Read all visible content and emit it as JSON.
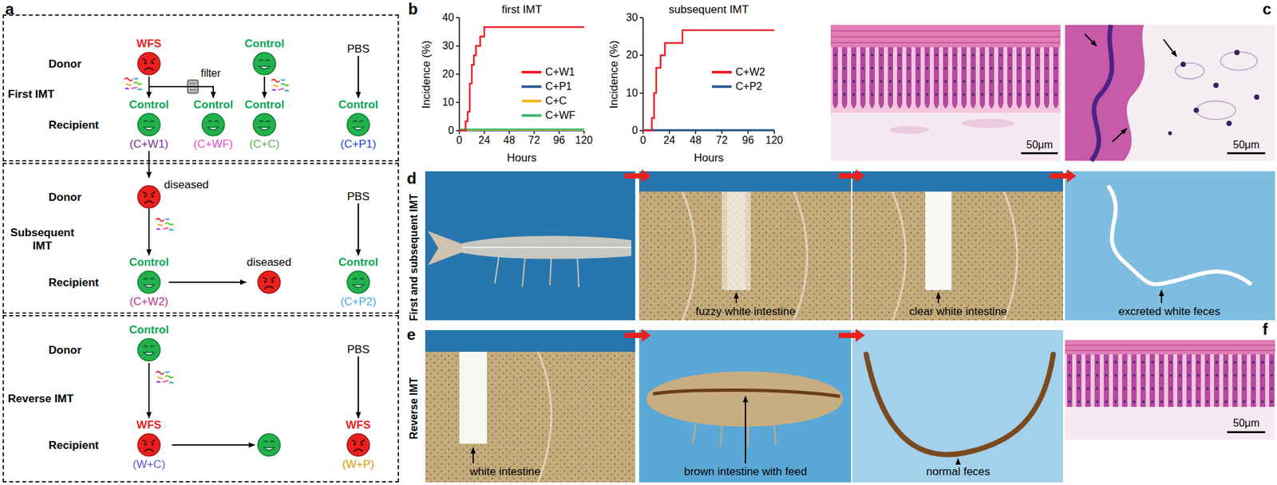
{
  "diagram": {
    "nodes": [
      {
        "text": [
          "First IMT"
        ]
      },
      {
        "text": [
          "WFS"
        ],
        "in": 0
      },
      {
        "text": [
          "Control"
        ],
        "in": 0
      },
      {
        "text": [
          "PBS"
        ],
        "in": 0
      },
      {
        "text": [
          "Control",
          "(C+W1)"
        ],
        "in": 0
      },
      {
        "text": [
          "Control",
          "(C+WF)"
        ],
        "in": 0
      },
      {
        "text": [
          "Control",
          "(C+C)"
        ],
        "in": 0
      },
      {
        "text": [
          "Control",
          "(C+P1)"
        ],
        "in": 0
      },
      {
        "text": [
          "Subsequent IMT"
        ]
      },
      {
        "text": [
          "diseased"
        ],
        "in": 8
      },
      {
        "text": [
          "PBS"
        ],
        "in": 8
      },
      {
        "text": [
          "Control",
          "(C+W2)"
        ],
        "in": 8
      },
      {
        "text": [
          "diseased"
        ],
        "in": 8
      },
      {
        "text": [
          "Control",
          "(C+P2)"
        ],
        "in": 8
      },
      {
        "text": [
          "Reverse IMT"
        ]
      },
      {
        "text": [
          "Control"
        ],
        "in": 14
      },
      {
        "text": [
          "PBS"
        ],
        "in": 14
      },
      {
        "text": [
          "WFS",
          "(W+C)"
        ],
        "in": 14
      },
      {
        "text": [
          "WFS",
          "(W+P)"
        ],
        "in": 14
      }
    ],
    "edges": [
      {
        "from": 1,
        "to": 4,
        "arrow": "to"
      },
      {
        "from": 1,
        "to": 5,
        "arrow": "to"
      },
      {
        "from": 2,
        "to": 6,
        "arrow": "to"
      },
      {
        "from": 3,
        "to": 7,
        "arrow": "to"
      },
      {
        "from": 4,
        "to": 9,
        "arrow": "to"
      },
      {
        "from": 9,
        "to": 11,
        "arrow": "to"
      },
      {
        "from": 10,
        "to": 13,
        "arrow": "to"
      },
      {
        "from": 11,
        "to": 12,
        "arrow": "to"
      },
      {
        "from": 15,
        "to": 17,
        "arrow": "to"
      },
      {
        "from": 16,
        "to": 18,
        "arrow": "to"
      }
    ],
    "labels": [
      "a",
      "Donor",
      "Recipient",
      "filter",
      "Donor",
      "Recipient",
      "Donor",
      "Recipient",
      "b",
      "first IMT",
      "Incidence (%)",
      "0",
      "10",
      "20",
      "30",
      "40",
      "0",
      "24",
      "48",
      "72",
      "96",
      "120",
      "Hours",
      "subsequent IMT",
      "Incidence (%)",
      "0",
      "10",
      "20",
      "30",
      "0",
      "24",
      "48",
      "72",
      "96",
      "120",
      "Hours",
      "c",
      "50μm",
      "50μm",
      "d",
      "First and subsequent IMT",
      "fuzzy white intestine",
      "clear white intestine",
      "excreted white feces",
      "e",
      "Reverse IMT",
      "white intestine",
      "brown intestine with feed",
      "normal feces",
      "f",
      "50μm"
    ],
    "legend": [
      {
        "text": "C+W1",
        "color": "#ee1d23"
      },
      {
        "text": "C+P1",
        "color": "#2f5f9e"
      },
      {
        "text": "C+C",
        "color": "#f7b516"
      },
      {
        "text": "C+WF",
        "color": "#3dbb6b"
      },
      {
        "text": "C+W2",
        "color": "#ee1d23"
      },
      {
        "text": "C+P2",
        "color": "#2f5f9e"
      }
    ]
  }
}
